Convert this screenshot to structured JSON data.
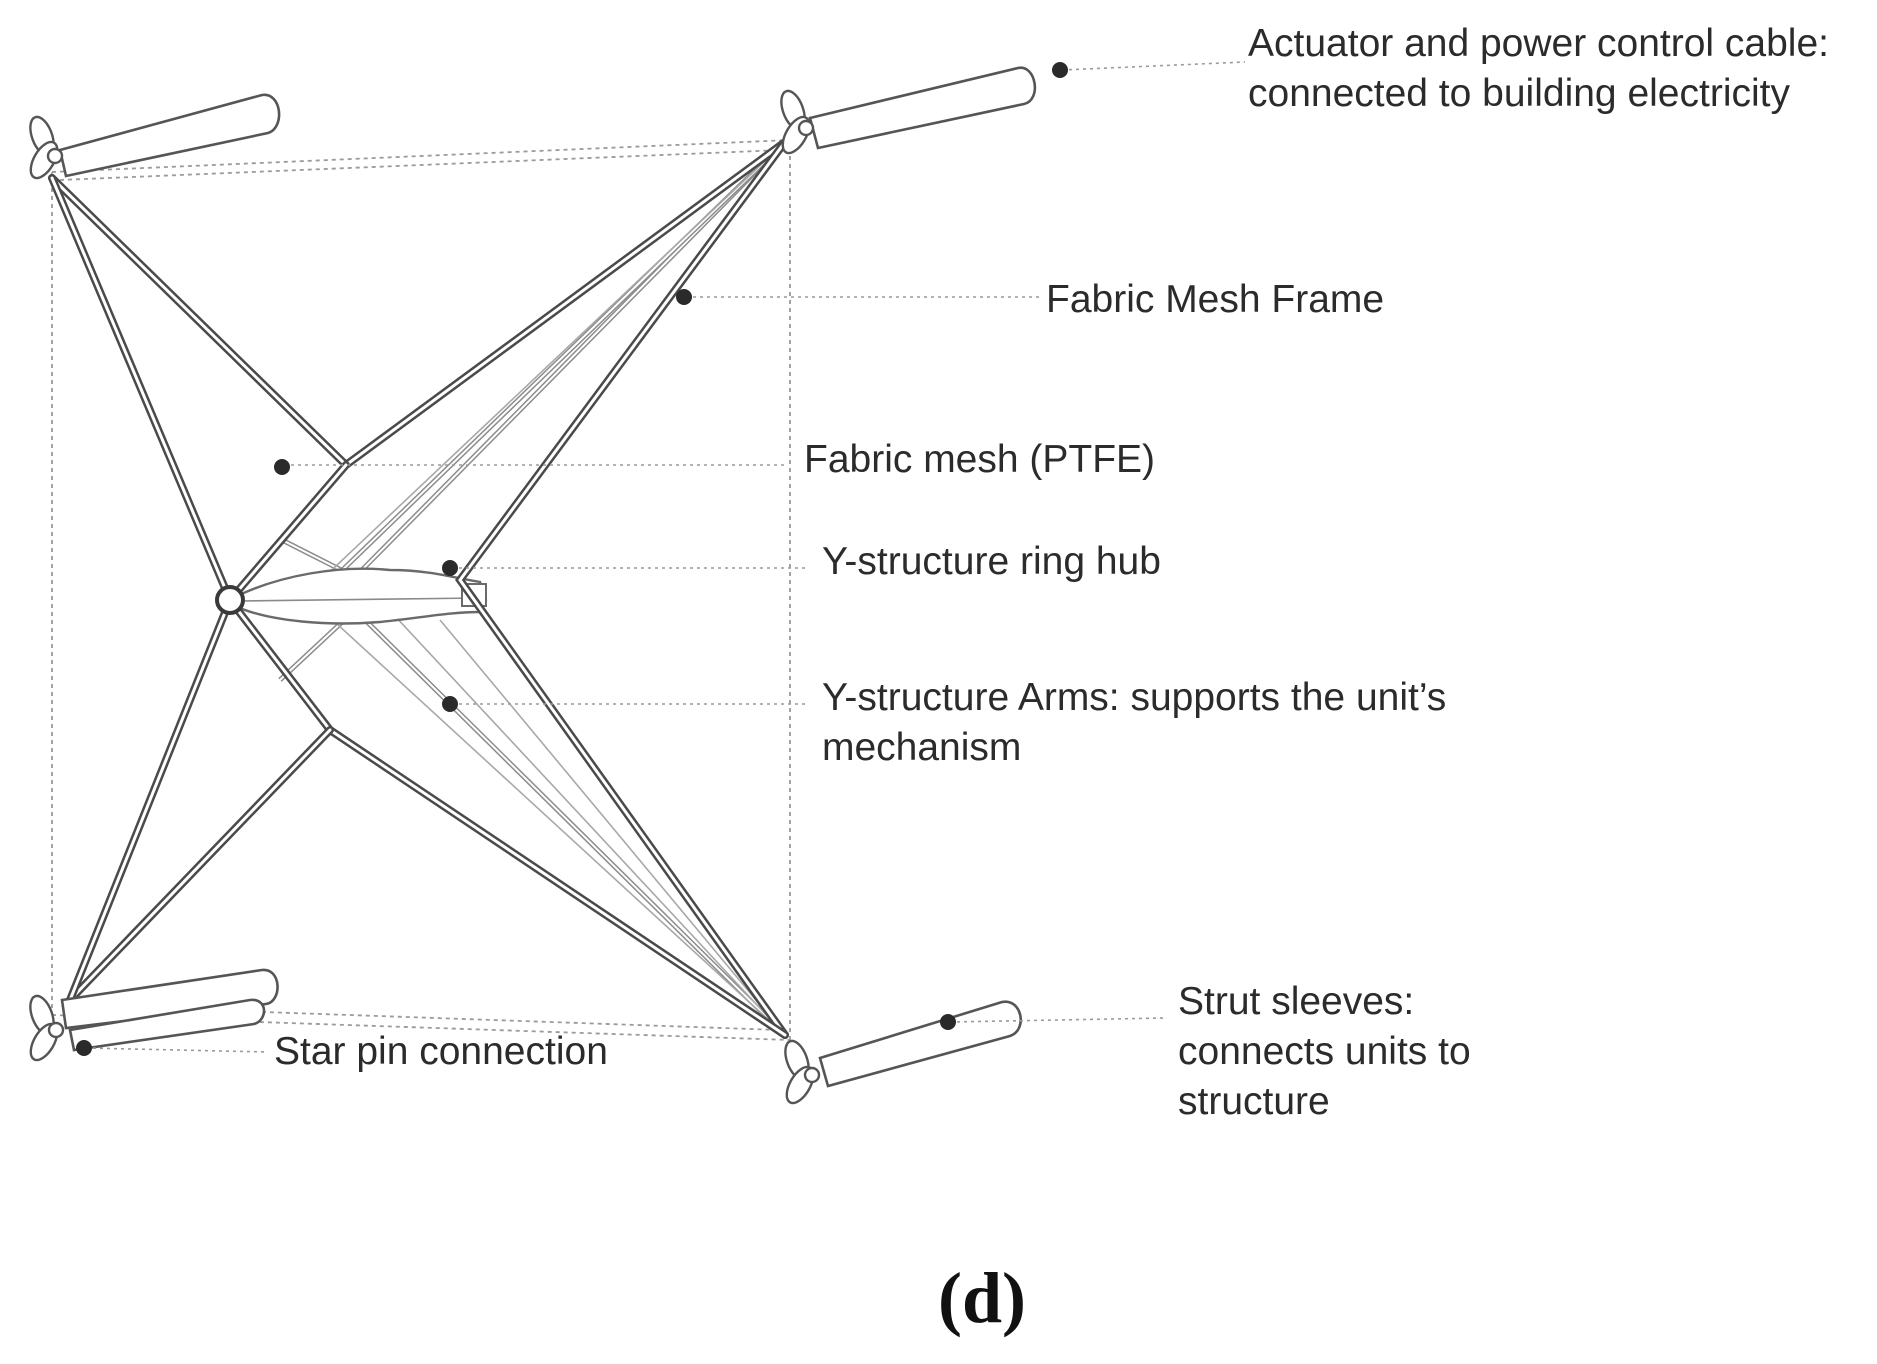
{
  "labels": {
    "actuator_line1": "Actuator and power control cable:",
    "actuator_line2": "connected to building electricity",
    "mesh_frame": "Fabric Mesh Frame",
    "fabric_mesh": "Fabric mesh (PTFE)",
    "ring_hub": "Y-structure ring hub",
    "arms_line1": "Y-structure Arms: supports the unit’s",
    "arms_line2": "mechanism",
    "strut_line1": "Strut sleeves:",
    "strut_line2": "connects units to",
    "strut_line3": "structure",
    "star_pin": "Star pin connection"
  },
  "caption": "(d)",
  "colors": {
    "line": "#4a4a4a",
    "leader": "#9a9a9a",
    "text": "#2b2b2b",
    "background": "#ffffff"
  }
}
